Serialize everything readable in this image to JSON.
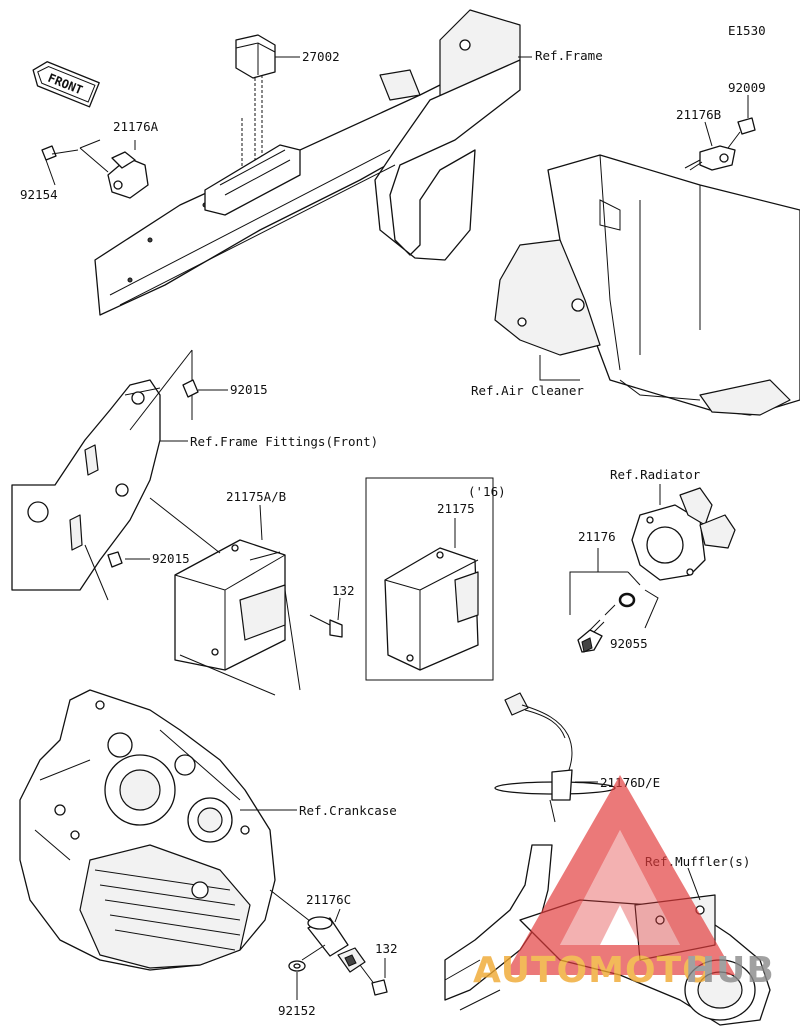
{
  "diagram_code": "E1530",
  "front_label": "FRONT",
  "refs": {
    "frame": "Ref.Frame",
    "air_cleaner": "Ref.Air Cleaner",
    "frame_fittings": "Ref.Frame Fittings(Front)",
    "radiator": "Ref.Radiator",
    "crankcase": "Ref.Crankcase",
    "muffler": "Ref.Muffler(s)"
  },
  "parts": {
    "p27002": "27002",
    "p21176A": "21176A",
    "p92154": "92154",
    "p92009": "92009",
    "p21176B": "21176B",
    "p92015_top": "92015",
    "p92015_bottom": "92015",
    "p21175AB": "21175A/B",
    "p132_mid": "132",
    "p21175": "21175",
    "year_note": "('16)",
    "p21176": "21176",
    "p92055": "92055",
    "p21176DE": "21176D/E",
    "p21176C": "21176C",
    "p132_bottom": "132",
    "p92152": "92152"
  },
  "watermark": {
    "part1": "AUTOMOTO",
    "part2": "HUB",
    "color1": "#f0a830",
    "color2": "#8a8a8a",
    "triangle_color": "#e23b3b"
  }
}
